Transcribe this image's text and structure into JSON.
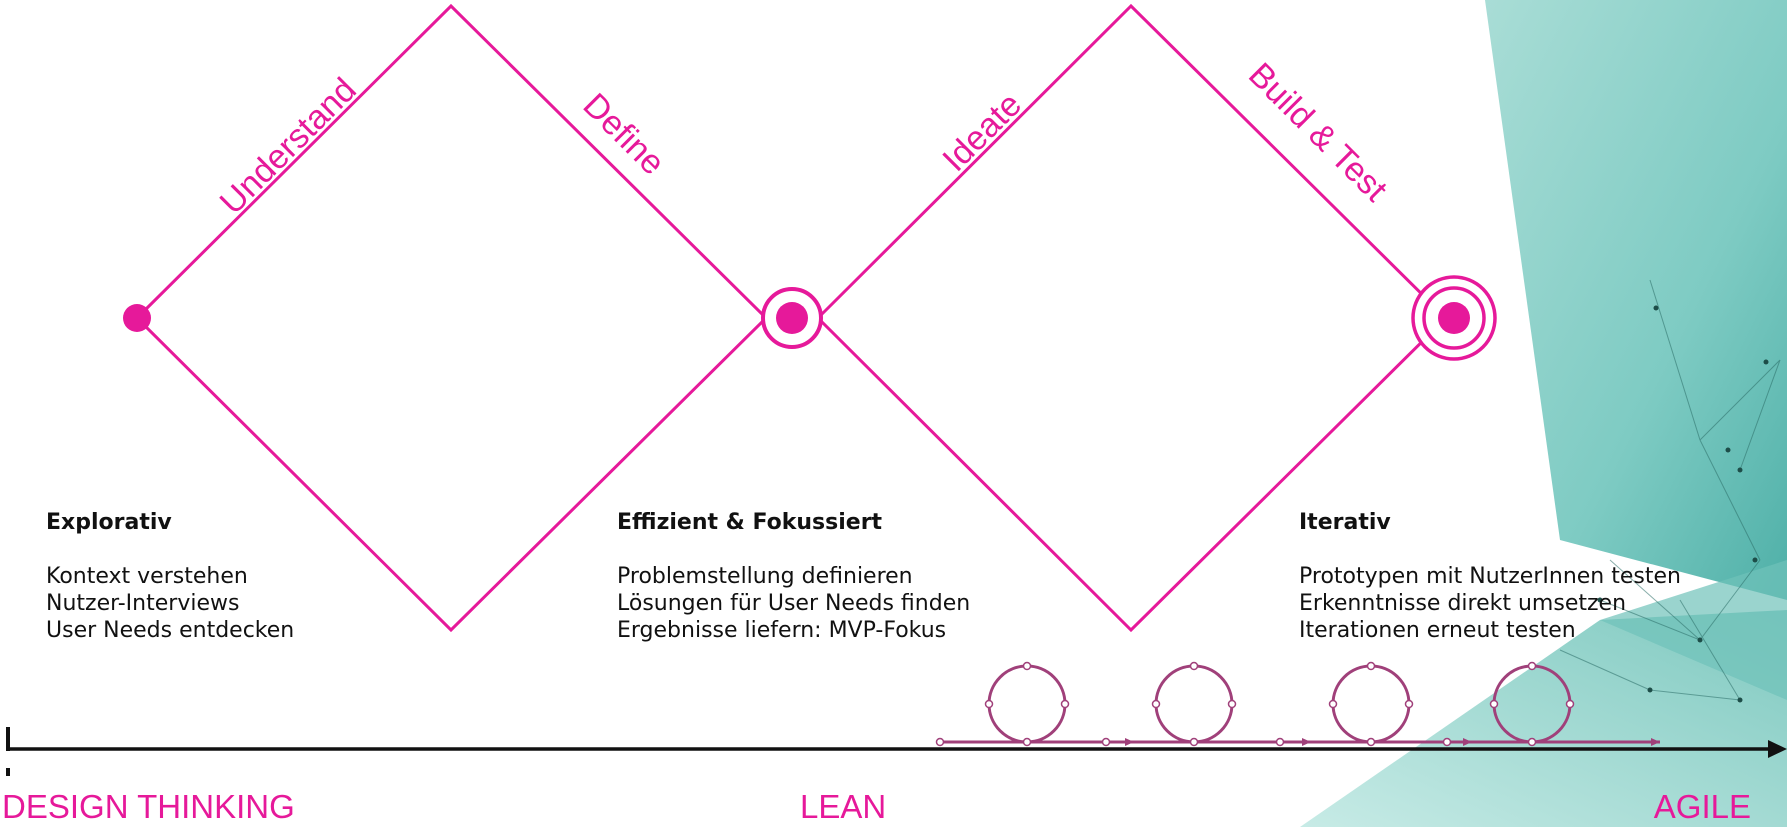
{
  "colors": {
    "accent": "#e6199a",
    "loop": "#a0407a",
    "axis": "#111111",
    "teal": "#8fd3cc"
  },
  "phases": [
    "Understand",
    "Define",
    "Ideate",
    "Build & Test"
  ],
  "markers": [
    "filled-dot",
    "ring-dot",
    "double-ring-dot"
  ],
  "columns": [
    {
      "heading": "Explorativ",
      "lines": [
        "Kontext verstehen",
        "Nutzer-Interviews",
        "User Needs entdecken"
      ]
    },
    {
      "heading": "Effizient & Fokussiert",
      "lines": [
        "Problemstellung definieren",
        "Lösungen für User Needs finden",
        "Ergebnisse liefern: MVP-Fokus"
      ]
    },
    {
      "heading": "Iterativ",
      "lines": [
        "Prototypen mit NutzerInnen  testen",
        "Erkenntnisse direkt umsetzen",
        "Iterationen erneut  testen"
      ]
    }
  ],
  "iteration_loops": 4,
  "methods": [
    "DESIGN THINKING",
    "LEAN",
    "AGILE"
  ]
}
